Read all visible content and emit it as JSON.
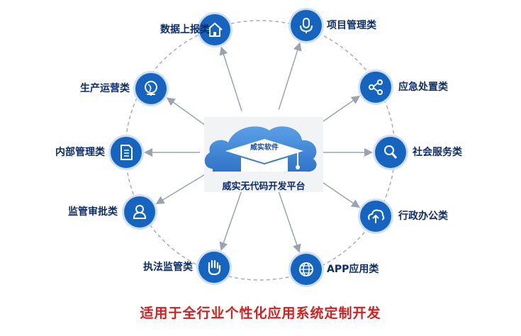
{
  "center": {
    "title": "威实无代码开发平台",
    "cap_label": "威实软件"
  },
  "nodes": [
    {
      "key": "data-report",
      "label": "数据上报类",
      "icon": "house-icon"
    },
    {
      "key": "project-mgmt",
      "label": "项目管理类",
      "icon": "microphone-icon"
    },
    {
      "key": "production-ops",
      "label": "生产运营类",
      "icon": "globe-icon"
    },
    {
      "key": "emergency",
      "label": "应急处置类",
      "icon": "share-icon"
    },
    {
      "key": "internal-mgmt",
      "label": "内部管理类",
      "icon": "document-icon"
    },
    {
      "key": "social-service",
      "label": "社会服务类",
      "icon": "search-icon"
    },
    {
      "key": "supervision-review",
      "label": "监管审批类",
      "icon": "user-icon"
    },
    {
      "key": "admin-office",
      "label": "行政办公类",
      "icon": "cloud-upload-icon"
    },
    {
      "key": "law-enforcement",
      "label": "执法监管类",
      "icon": "hand-icon"
    },
    {
      "key": "app",
      "label": "APP应用类",
      "icon": "globe-grid-icon"
    }
  ],
  "footer": "适用于全行业个性化应用系统定制开发",
  "colors": {
    "node_blue": "#1565c0",
    "node_ring": "#cfe0f5",
    "label_navy": "#0b2d6b",
    "footer_red": "#d81e1e",
    "cloud_blue": "#3d86d8"
  }
}
